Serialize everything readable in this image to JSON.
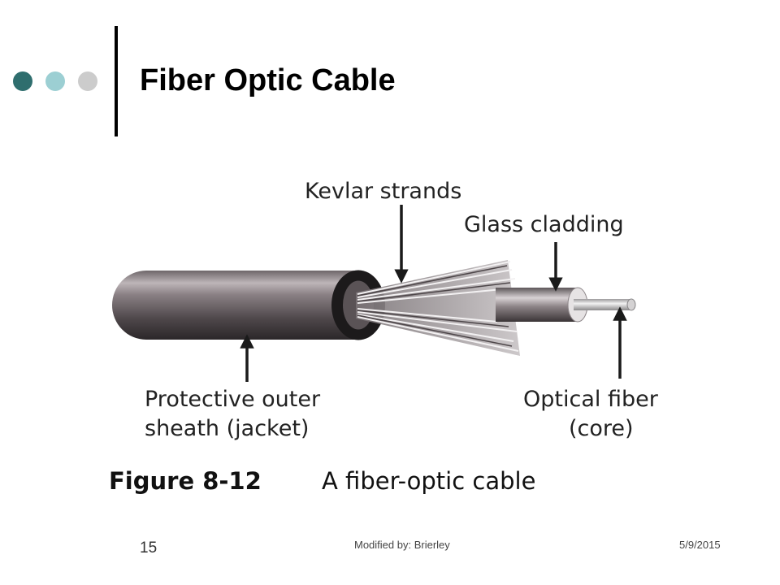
{
  "slide": {
    "title": "Fiber Optic Cable",
    "accent_colors": [
      "#2f6e6e",
      "#9ccfd3",
      "#cccccc"
    ]
  },
  "diagram": {
    "labels": {
      "kevlar": "Kevlar strands",
      "cladding": "Glass cladding",
      "sheath_line1": "Protective outer",
      "sheath_line2": "sheath (jacket)",
      "fiber_line1": "Optical fiber",
      "fiber_line2": "(core)"
    },
    "caption": {
      "number": "Figure 8-12",
      "text": "A fiber-optic cable"
    }
  },
  "footer": {
    "slide_number": "15",
    "author": "Modified by: Brierley",
    "date": "5/9/2015"
  }
}
